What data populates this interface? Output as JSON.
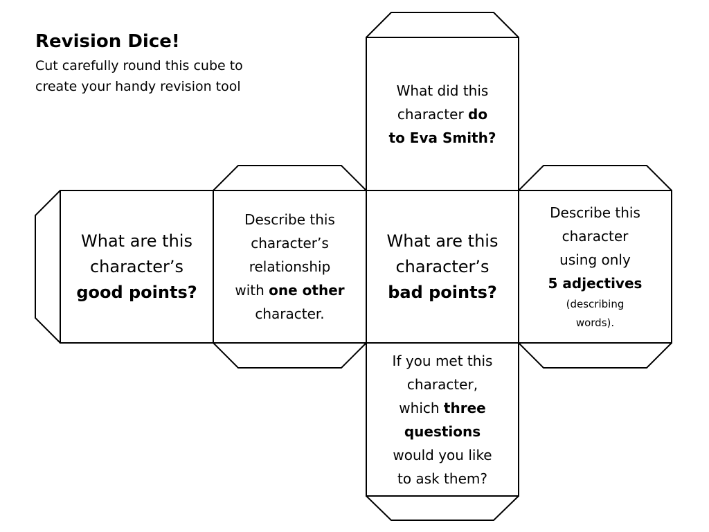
{
  "header": {
    "title": "Revision Dice!",
    "subtitle_line1": "Cut carefully round this cube to",
    "subtitle_line2": "create your handy revision tool"
  },
  "faces": {
    "top": {
      "line1": "What did this",
      "line2_plain": "character ",
      "line2_bold": "do",
      "line3_bold": "to Eva Smith?"
    },
    "left": {
      "line1": "What are this",
      "line2": "character’s",
      "line3_bold": "good points?"
    },
    "center_left": {
      "line1": "Describe this",
      "line2": "character’s",
      "line3": "relationship",
      "line4_plain": "with ",
      "line4_bold": "one other",
      "line5": "character."
    },
    "center": {
      "line1": "What are this",
      "line2": "character’s",
      "line3_bold": "bad points?"
    },
    "right": {
      "line1": "Describe this",
      "line2": "character",
      "line3": "using only",
      "line4_bold": "5 adjectives",
      "line5": "(describing",
      "line6": "words)."
    },
    "bottom": {
      "line1": "If you met this",
      "line2": "character,",
      "line3_plain": "which ",
      "line3_bold": "three",
      "line4_bold": "questions",
      "line5": "would you like",
      "line6": "to ask them?"
    }
  }
}
